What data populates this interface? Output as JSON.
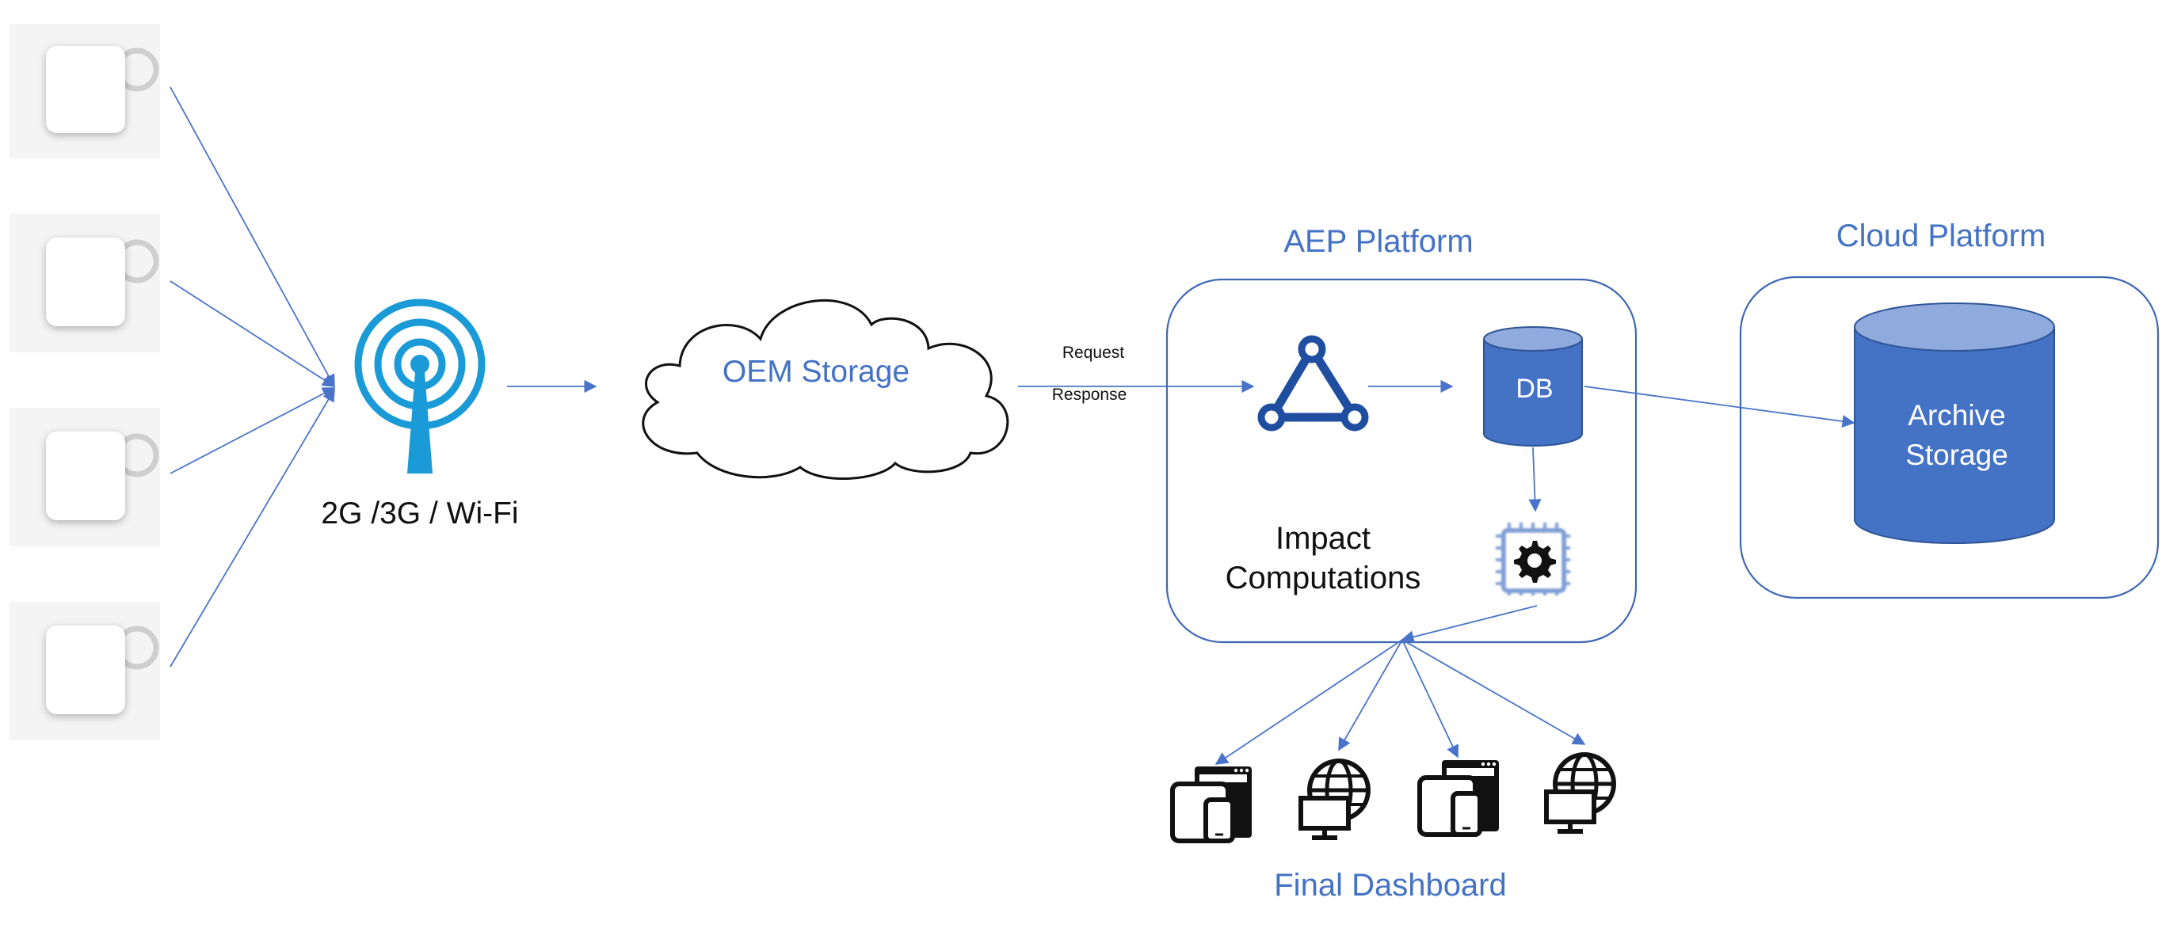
{
  "diagram": {
    "devices": {
      "count": 4,
      "icon": "sensor-device-icon"
    },
    "antenna": {
      "label": "2G /3G / Wi-Fi",
      "icon": "antenna-icon",
      "color": "#1a9ad6"
    },
    "cloud": {
      "label": "OEM Storage",
      "icon": "cloud-icon"
    },
    "link_request": "Request",
    "link_response": "Response",
    "aep_platform": {
      "title": "AEP Platform",
      "hub_icon": "network-hub-icon",
      "db_label": "DB",
      "processor_icon": "processor-gear-icon",
      "computation_label": "Impact Computations"
    },
    "cloud_platform": {
      "title": "Cloud Platform",
      "storage_label": "Archive Storage"
    },
    "dashboard": {
      "title": "Final Dashboard",
      "endpoints": [
        "devices-icon",
        "web-globe-icon",
        "devices-icon",
        "web-globe-icon"
      ]
    },
    "colors": {
      "accent": "#4472c4",
      "line": "#4a74c9",
      "db_fill": "#4472c4",
      "db_top": "#8faadc"
    }
  }
}
